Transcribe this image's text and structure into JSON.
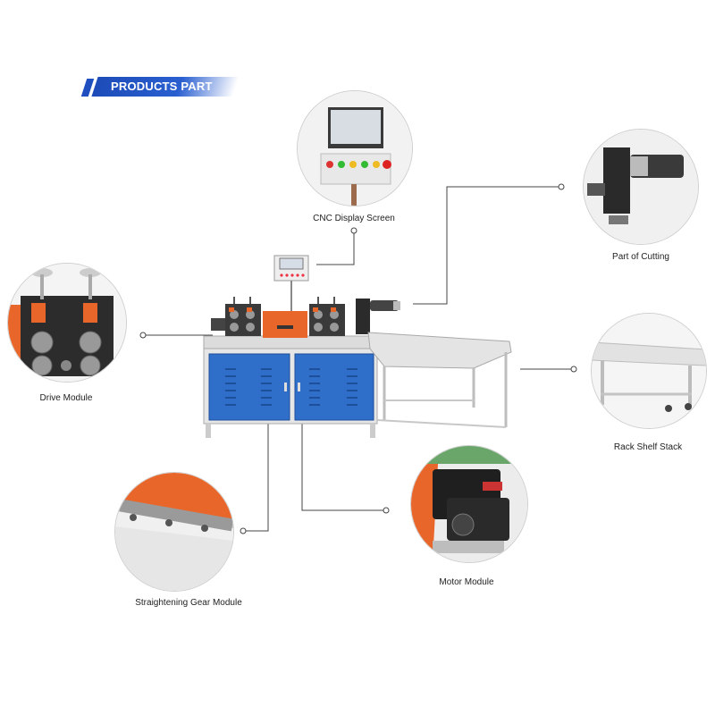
{
  "banner": {
    "title": "PRODUCTS PART"
  },
  "parts": {
    "cnc_display": "CNC Display Screen",
    "cutting": "Part of Cutting",
    "drive": "Drive Module",
    "rack": "Rack Shelf Stack",
    "straightening": "Straightening Gear Module",
    "motor": "Motor Module"
  },
  "colors": {
    "banner_blue": "#1f4fbf",
    "cabinet_blue": "#2f6fc9",
    "accent_orange": "#e9662a",
    "leader_line": "#444444"
  },
  "icons": [
    "cnc-screen-photo",
    "cutting-head-photo",
    "drive-rollers-photo",
    "rack-shelf-photo",
    "straightening-gear-photo",
    "motor-photo"
  ]
}
